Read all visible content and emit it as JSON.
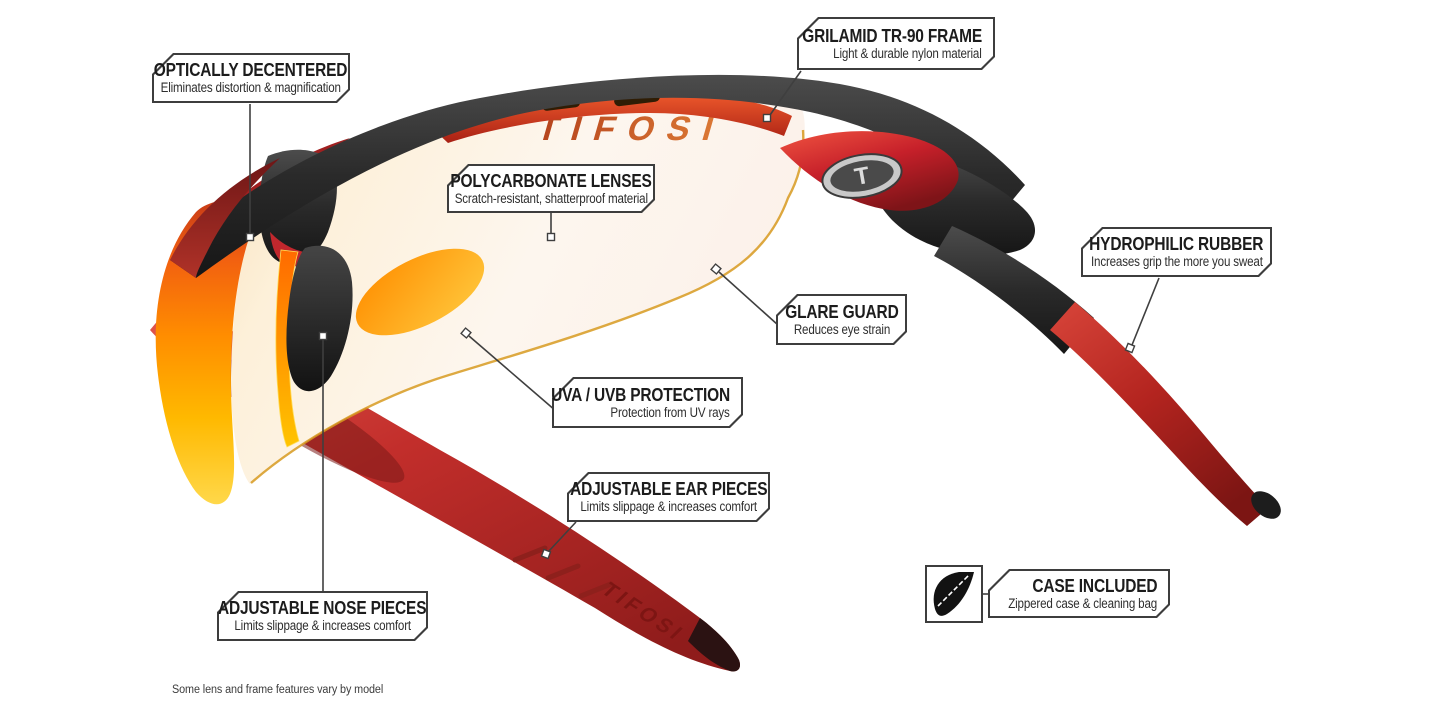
{
  "page": {
    "footnote": "Some lens and frame features vary by model"
  },
  "brand": {
    "lens_logo": "TIFOSI",
    "temple_logo": "TIFOSI",
    "hinge_logo": "T"
  },
  "colors": {
    "frame_red": "#c1272d",
    "frame_black": "#231f20",
    "lens_orange": "#ff8a00",
    "lens_yellow": "#ffd84a",
    "lens_tint": "#fdf3e6",
    "callout_border": "#3d3d3d",
    "text": "#1c1c1c"
  },
  "callouts": [
    {
      "id": "optically-decentered",
      "title": "OPTICALLY DECENTERED",
      "subtitle": "Eliminates distortion & magnification"
    },
    {
      "id": "grilamid-tr90-frame",
      "title": "GRILAMID TR-90 FRAME",
      "subtitle": "Light & durable nylon material"
    },
    {
      "id": "polycarbonate-lenses",
      "title": "POLYCARBONATE LENSES",
      "subtitle": "Scratch-resistant, shatterproof material"
    },
    {
      "id": "hydrophilic-rubber",
      "title": "HYDROPHILIC RUBBER",
      "subtitle": "Increases grip the more you sweat"
    },
    {
      "id": "glare-guard",
      "title": "GLARE GUARD",
      "subtitle": "Reduces eye strain"
    },
    {
      "id": "uva-uvb-protection",
      "title": "UVA / UVB PROTECTION",
      "subtitle": "Protection from UV rays"
    },
    {
      "id": "adjustable-ear-pieces",
      "title": "ADJUSTABLE EAR PIECES",
      "subtitle": "Limits slippage & increases comfort"
    },
    {
      "id": "adjustable-nose-pieces",
      "title": "ADJUSTABLE NOSE PIECES",
      "subtitle": "Limits slippage & increases comfort"
    },
    {
      "id": "case-included",
      "title": "CASE INCLUDED",
      "subtitle": "Zippered case & cleaning bag"
    }
  ]
}
